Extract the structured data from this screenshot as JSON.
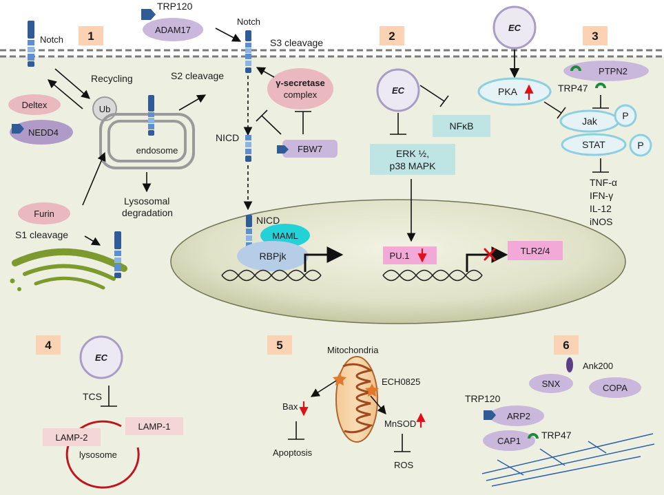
{
  "panels": [
    "1",
    "2",
    "3",
    "4",
    "5",
    "6"
  ],
  "panel1": {
    "notch_top": "Notch",
    "recycling": "Recycling",
    "ub": "Ub",
    "deltex": "Deltex",
    "nedd4": "NEDD4",
    "endosome": "endosome",
    "lysosomal_degradation": [
      "Lysosomal",
      "degradation"
    ],
    "furin": "Furin",
    "s1_cleavage": "S1 cleavage"
  },
  "notch_path": {
    "trp120": "TRP120",
    "adam17": "ADAM17",
    "notch": "Notch",
    "s3_cleavage": "S3 cleavage",
    "s2_cleavage": "S2 cleavage",
    "gamma_secretase": [
      "γ-secretase",
      "complex"
    ],
    "nicd": "NICD",
    "fbw7": "FBW7"
  },
  "nucleus": {
    "nicd": "NICD",
    "maml": "MAML",
    "rbpjk": "RBPjk",
    "pu1": "PU.1",
    "tlr": "TLR2/4"
  },
  "panel2": {
    "ec": "EC",
    "nfkb": "NFκB",
    "erk": [
      "ERK ½,",
      "p38 MAPK"
    ]
  },
  "panel3": {
    "ec": "EC",
    "pka": "PKA",
    "ptpn2": "PTPN2",
    "trp47": "TRP47",
    "jak": "Jak",
    "stat": "STAT",
    "p": "P",
    "cytokines": [
      "TNF-α",
      "IFN-γ",
      "IL-12",
      "iNOS"
    ]
  },
  "panel4": {
    "ec": "EC",
    "tcs": "TCS",
    "lamp2": "LAMP-2",
    "lamp1": "LAMP-1",
    "lysosome": "lysosome"
  },
  "panel5": {
    "mitochondria": "Mitochondria",
    "ech0825": "ECH0825",
    "bax": "Bax",
    "mnsod": "MnSOD",
    "apoptosis": "Apoptosis",
    "ros": "ROS"
  },
  "panel6": {
    "ank200": "Ank200",
    "snx": "SNX",
    "copa": "COPA",
    "trp120": "TRP120",
    "arp2": "ARP2",
    "cap1": "CAP1",
    "trp47": "TRP47"
  },
  "colors": {
    "cytoplasm": "#edf0e1",
    "membrane": "#7a7a7a",
    "panel_label_fill": "#fbd3b4",
    "lilac": "#c9b7dc",
    "pink": "#e9b9bf",
    "teal_box": "#bfe4e4",
    "magenta_box": "#f2a9d8",
    "notch_blue": "#2f5c96",
    "er_green": "#7d9a2e",
    "lysosome_red": "#c0151f",
    "mito_brown": "#b0632a",
    "cyto_line": "#2d5fa8",
    "down_arrow_red": "#e0101a"
  }
}
